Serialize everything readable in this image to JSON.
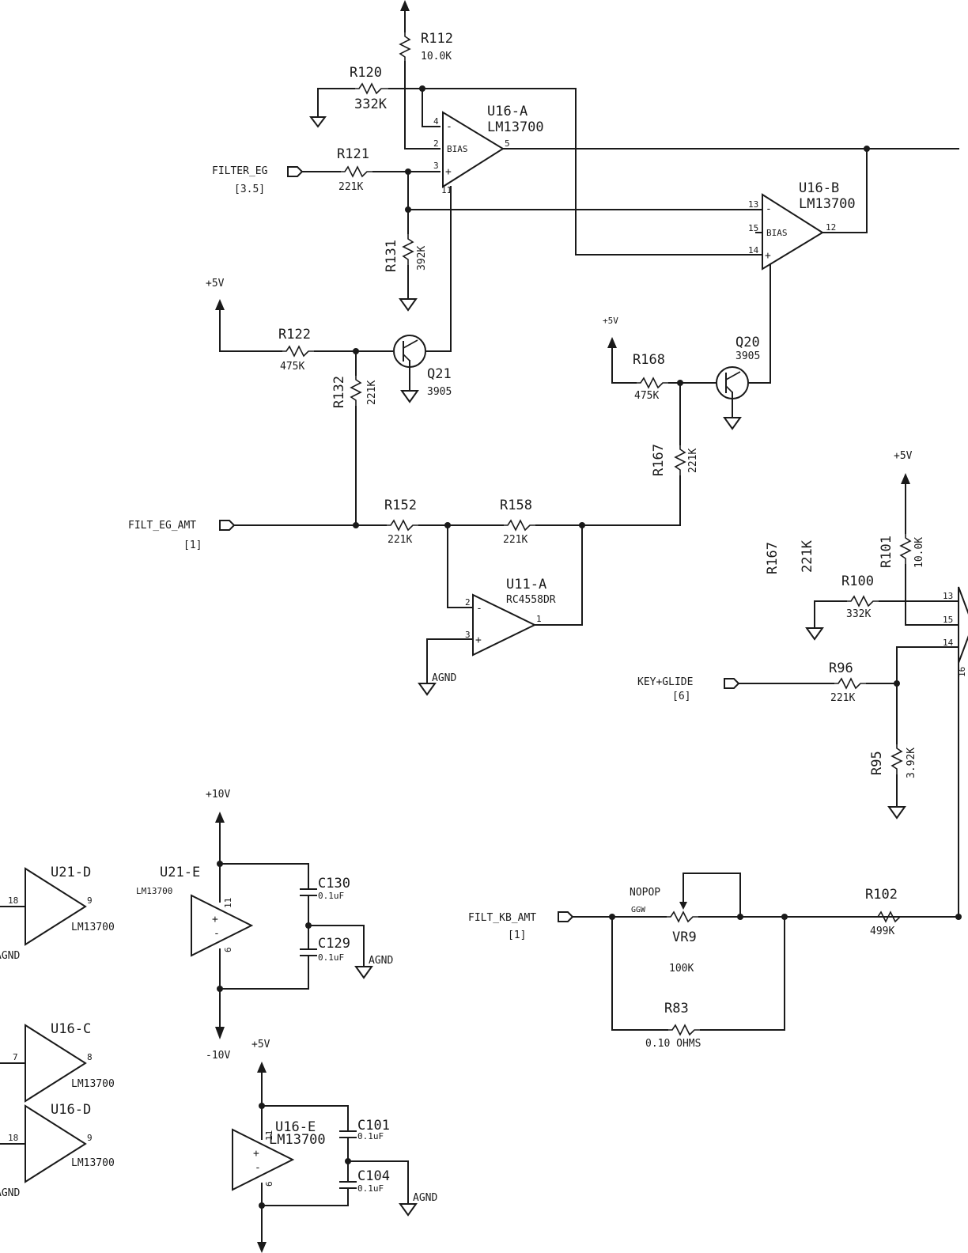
{
  "nets": {
    "filter_eg": "FILTER_EG",
    "filter_eg_ref": "[3.5]",
    "filt_eg_amt": "FILT_EG_AMT",
    "filt_eg_amt_ref": "[1]",
    "key_glide": "KEY+GLIDE",
    "key_glide_ref": "[6]",
    "filt_kb_amt": "FILT_KB_AMT",
    "filt_kb_amt_ref": "[1]",
    "agnd": "AGND",
    "p5v": "+5V",
    "p10v": "+10V",
    "m10v": "-10V",
    "bias": "BIAS"
  },
  "resistors": [
    {
      "ref": "R112",
      "value": "10.0K"
    },
    {
      "ref": "R120",
      "value": "332K"
    },
    {
      "ref": "R121",
      "value": "221K"
    },
    {
      "ref": "R131",
      "value": "392K"
    },
    {
      "ref": "R122",
      "value": "475K"
    },
    {
      "ref": "R132",
      "value": "221K"
    },
    {
      "ref": "R168",
      "value": "475K"
    },
    {
      "ref": "R167",
      "value": "221K"
    },
    {
      "ref": "R152",
      "value": "221K"
    },
    {
      "ref": "R158",
      "value": "221K"
    },
    {
      "ref": "R101",
      "value": "10.0K"
    },
    {
      "ref": "R100",
      "value": "332K"
    },
    {
      "ref": "R96",
      "value": "221K"
    },
    {
      "ref": "R95",
      "value": "3.92K"
    },
    {
      "ref": "R102",
      "value": "499K"
    },
    {
      "ref": "R83",
      "value": "0.10 OHMS"
    }
  ],
  "caps": [
    {
      "ref": "C130",
      "value": "0.1uF"
    },
    {
      "ref": "C129",
      "value": "0.1uF"
    },
    {
      "ref": "C101",
      "value": "0.1uF"
    },
    {
      "ref": "C104",
      "value": "0.1uF"
    }
  ],
  "ics": {
    "u16a": {
      "ref": "U16-A",
      "part": "LM13700"
    },
    "u16b": {
      "ref": "U16-B",
      "part": "LM13700"
    },
    "u11a": {
      "ref": "U11-A",
      "part": "RC4558DR"
    },
    "u21d": {
      "ref": "U21-D",
      "part": "LM13700"
    },
    "u21e": {
      "ref": "U21-E",
      "part": "LM13700"
    },
    "u16c": {
      "ref": "U16-C",
      "part": "LM13700"
    },
    "u16d": {
      "ref": "U16-D",
      "part": "LM13700"
    },
    "u16e": {
      "ref": "U16-E",
      "part": "LM13700"
    }
  },
  "transistors": [
    {
      "ref": "Q21",
      "part": "3905"
    },
    {
      "ref": "Q20",
      "part": "3905"
    }
  ],
  "pot": {
    "ref": "VR9",
    "value": "100K",
    "note": "NOPOP",
    "sub": "GGW"
  },
  "floating": {
    "ref": "R167",
    "value": "221K"
  },
  "pins": {
    "u16a": [
      "4",
      "2",
      "3",
      "5",
      "11"
    ],
    "u16b": [
      "13",
      "15",
      "14",
      "12"
    ],
    "u11a": [
      "2",
      "3",
      "1"
    ],
    "u21d": [
      "18",
      "9"
    ],
    "u21e": [
      "11",
      "6"
    ],
    "u16c": [
      "7",
      "8"
    ],
    "u16d": [
      "18",
      "9"
    ],
    "u16e": [
      "11",
      "6"
    ],
    "u_right": [
      "13",
      "15",
      "14",
      "16"
    ]
  },
  "opamp_signs": {
    "minus": "-",
    "plus": "+"
  }
}
